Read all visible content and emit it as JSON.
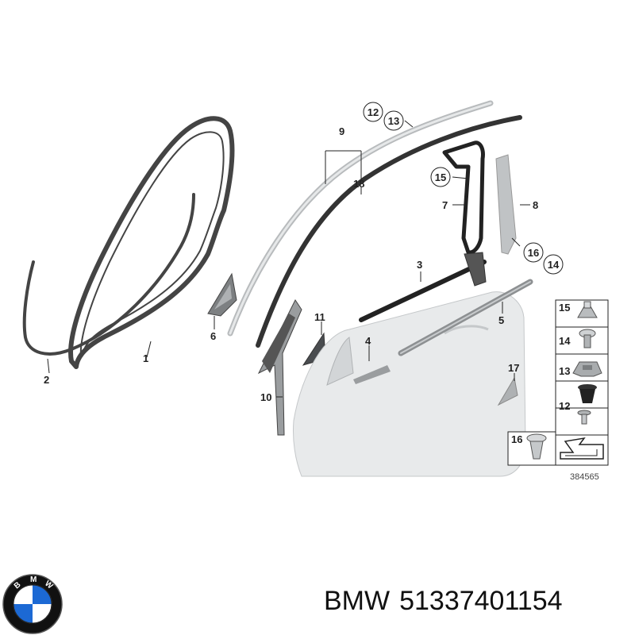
{
  "diagram": {
    "callouts": [
      "1",
      "2",
      "3",
      "4",
      "5",
      "6",
      "7",
      "8",
      "9",
      "10",
      "11",
      "12",
      "13",
      "14",
      "15",
      "16",
      "17",
      "18"
    ],
    "circled": {
      "c12": "12",
      "c13": "13",
      "c15": "15",
      "c16": "16",
      "c14": "14"
    },
    "legend": [
      {
        "num": "15",
        "icon": "clip-nut-icon"
      },
      {
        "num": "14",
        "icon": "screw-icon"
      },
      {
        "num": "13",
        "icon": "clip-icon"
      },
      {
        "num": "12",
        "icon": "expanding-rivet-icon"
      },
      {
        "num": "16",
        "icon": "rivet-icon"
      }
    ],
    "drawing_number": "384565"
  },
  "footer": {
    "brand": "BMW",
    "part_number": "51337401154"
  },
  "colors": {
    "seal": "#3a3a3a",
    "door_panel": "#e8eaeb",
    "trim_grey": "#9a9d9f",
    "logo_blue": "#1c69d4"
  }
}
